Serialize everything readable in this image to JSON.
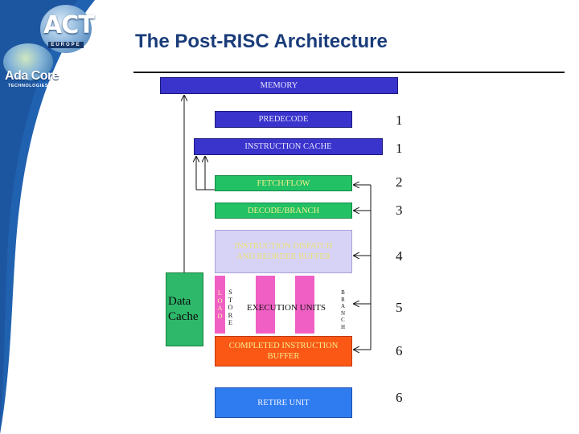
{
  "slide": {
    "title": "The Post-RISC  Architecture",
    "logos": {
      "act": "ACT",
      "act_subtitle": "EUROPE",
      "adacore": "Ada Core",
      "adacore_subtitle": "TECHNOLOGIES, INC"
    },
    "colors": {
      "corner_blue": "#2162b0",
      "title_blue": "#1a3c7a",
      "memory": "#3a34cc",
      "fetch_green": "#22c166",
      "dispatch_lavender": "#d7d3f6",
      "execution_pink": "#f060c4",
      "completed_orange": "#fb5816",
      "data_cache_green": "#2eb86a",
      "retire_blue": "#2f7cf0"
    }
  },
  "diagram": {
    "memory": "MEMORY",
    "predecode": "PREDECODE",
    "instruction_cache": "INSTRUCTION CACHE",
    "fetch_flow": "FETCH/FLOW",
    "decode_branch": "DECODE/BRANCH",
    "instruction_dispatch": "INSTRUCTION DISPATCH\nAND REORDER BUFFER",
    "data_cache": "Data\nCache",
    "load": "L\nO\nA\nD",
    "store": "S\nT\nO\nR\nE",
    "branch": "B\nR\nA\nN\nC\nH",
    "execution_units": "EXECUTION UNITS",
    "completed_instruction_buffer": "COMPLETED INSTRUCTION\nBUFFER",
    "retire_unit": "RETIRE UNIT"
  },
  "stages": [
    "1",
    "1",
    "2",
    "3",
    "4",
    "5",
    "6",
    "6"
  ]
}
